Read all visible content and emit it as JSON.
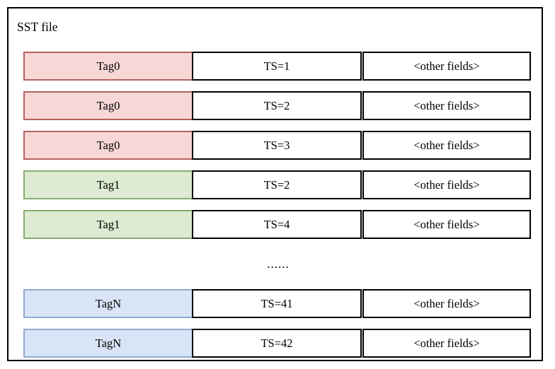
{
  "diagram": {
    "title": "SST file",
    "ellipsis": "......",
    "colors": {
      "tag0_fill": "#f8d7d7",
      "tag0_border": "#b5625e",
      "tag1_fill": "#dcebd2",
      "tag1_border": "#86ae72",
      "tagN_fill": "#d9e5f7",
      "tagN_border": "#8faad0",
      "frame_border": "#000000",
      "background": "#ffffff"
    },
    "columns": [
      "tag",
      "timestamp",
      "other"
    ],
    "rows": [
      {
        "tag": "Tag0",
        "timestamp": "TS=1",
        "other": "<other fields>",
        "tone": "pink"
      },
      {
        "tag": "Tag0",
        "timestamp": "TS=2",
        "other": "<other fields>",
        "tone": "pink"
      },
      {
        "tag": "Tag0",
        "timestamp": "TS=3",
        "other": "<other fields>",
        "tone": "pink"
      },
      {
        "tag": "Tag1",
        "timestamp": "TS=2",
        "other": "<other fields>",
        "tone": "green"
      },
      {
        "tag": "Tag1",
        "timestamp": "TS=4",
        "other": "<other fields>",
        "tone": "green"
      },
      {
        "tag": "TagN",
        "timestamp": "TS=41",
        "other": "<other fields>",
        "tone": "blue"
      },
      {
        "tag": "TagN",
        "timestamp": "TS=42",
        "other": "<other fields>",
        "tone": "blue"
      }
    ],
    "ellipsis_after_row_index": 4
  }
}
